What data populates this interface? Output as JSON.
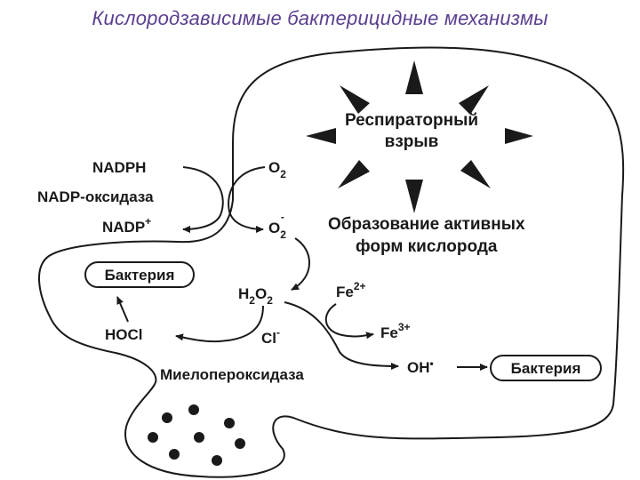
{
  "slide": {
    "title": "Кислородзависимые бактерицидные механизмы"
  },
  "diagram": {
    "burst_line1": "Респираторный",
    "burst_line2": "взрыв",
    "nadph": "NADPH",
    "nadp_oxidase": "NADP-оксидаза",
    "nadp": "NADP",
    "nadp_sup": "+",
    "o2": "O",
    "o2_sub": "2",
    "superoxide": "O",
    "superoxide_sub": "2",
    "superoxide_sup": "-",
    "ros_line1": "Образование активных",
    "ros_line2": "форм кислорода",
    "bacteria_left": "Бактерия",
    "h2o2_h": "H",
    "h2o2_sub1": "2",
    "h2o2_o": "O",
    "h2o2_sub2": "2",
    "fe2": "Fe",
    "fe2_sup": "2+",
    "fe3": "Fe",
    "fe3_sup": "3+",
    "hocl": "HOCl",
    "cl": "Cl",
    "cl_sup": "-",
    "oh": "OH",
    "oh_sup": "•",
    "bacteria_right": "Бактерия",
    "myeloperoxidase": "Миелопероксидаза"
  }
}
